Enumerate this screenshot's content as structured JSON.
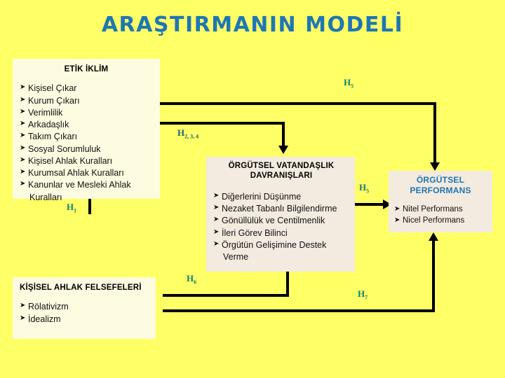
{
  "slide": {
    "title": "ARAŞTIRMANIN MODELİ",
    "background_color": "#FFFF66",
    "title_color": "#1F76B4"
  },
  "boxes": {
    "ethical_climate": {
      "title": "ETİK İKLİM",
      "items": [
        "Kişisel Çıkar",
        "Kurum Çıkarı",
        "Verimlilik",
        "Arkadaşlık",
        "Takım Çıkarı",
        "Sosyal Sorumluluk",
        "Kişisel Ahlak Kuralları",
        "Kurumsal Ahlak Kuralları",
        "Kanunlar ve Mesleki Ahlak",
        "Kuralları"
      ]
    },
    "personal_ethics": {
      "title": "KİŞİSEL AHLAK  FELSEFELERİ",
      "items": [
        "Rölativizm",
        "İdealizm"
      ]
    },
    "citizenship": {
      "title_line1": "ÖRGÜTSEL VATANDAŞLIK",
      "title_line2": "DAVRANIŞLARI",
      "items": [
        "Diğerlerini Düşünme",
        "Nezaket Tabanlı Bilgilendirme",
        "Gönüllülük ve Centilmenlik",
        "İleri Görev Bilinci",
        "Örgütün Gelişimine Destek",
        "Verme"
      ]
    },
    "performance": {
      "title_line1": "ÖRGÜTSEL",
      "title_line2": "PERFORMANS",
      "items": [
        "Nitel Performans",
        "Nicel Performans"
      ]
    }
  },
  "hypotheses": {
    "h1": "H",
    "h1_sub": "1",
    "h234": "H",
    "h234_sub": "2, 3, 4",
    "h5_top": "H",
    "h5_top_sub": "5",
    "h5_mid": "H",
    "h5_mid_sub": "5",
    "h6": "H",
    "h6_sub": "6",
    "h7": "H",
    "h7_sub": "7"
  }
}
